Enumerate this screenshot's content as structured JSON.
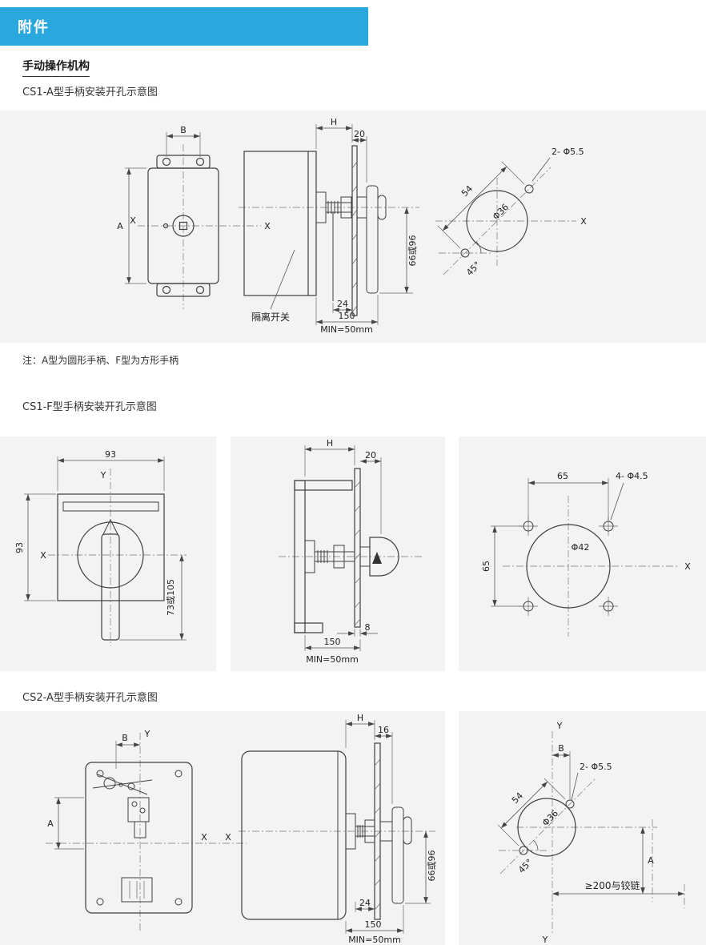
{
  "header": {
    "title": "附件"
  },
  "section_heading": "手动操作机构",
  "note": "注：A型为圆形手柄、F型为方形手柄",
  "common": {
    "axis_x": "X",
    "axis_y": "Y",
    "min_distance": "MIN=50mm"
  },
  "cs1a": {
    "title": "CS1-A型手柄安装开孔示意图",
    "front": {
      "dim_b": "B",
      "dim_a": "A"
    },
    "side": {
      "dim_h": "H",
      "dim_20": "20",
      "dim_24": "24",
      "dim_150": "150",
      "dim_depth": "66或96",
      "caption": "隔离开关"
    },
    "holes": {
      "dim_54": "54",
      "holes_label": "2- Φ5.5",
      "diameter": "Φ36",
      "angle": "45°"
    }
  },
  "cs1f": {
    "title": "CS1-F型手柄安装开孔示意图",
    "front": {
      "dim_width": "93",
      "dim_height": "93",
      "dim_handle": "73或105"
    },
    "side": {
      "dim_h": "H",
      "dim_20": "20",
      "dim_8": "8",
      "dim_150": "150"
    },
    "holes": {
      "dim_65h": "65",
      "dim_65v": "65",
      "holes_label": "4- Φ4.5",
      "diameter": "Φ42"
    }
  },
  "cs2a": {
    "title": "CS2-A型手柄安装开孔示意图",
    "front": {
      "dim_b": "B",
      "dim_a": "A"
    },
    "side": {
      "dim_h": "H",
      "dim_16": "16",
      "dim_24": "24",
      "dim_150": "150",
      "dim_depth": "66或96"
    },
    "holes": {
      "dim_b": "B",
      "dim_54": "54",
      "holes_label": "2- Φ5.5",
      "diameter": "Φ36",
      "angle": "45°",
      "dim_a": "A",
      "hinge_note": "≥200与铰链"
    }
  }
}
